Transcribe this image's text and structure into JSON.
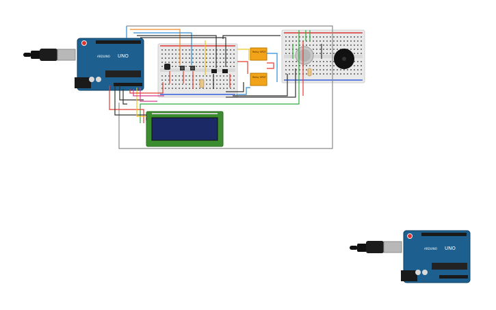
{
  "circuit": {
    "boards": [
      {
        "id": "uno-main",
        "label": "UNO",
        "brand": "ARDUINO"
      },
      {
        "id": "uno-spare",
        "label": "UNO",
        "brand": "ARDUINO"
      }
    ],
    "relays": [
      {
        "id": "relay-1",
        "label": "Relay SPDT"
      },
      {
        "id": "relay-2",
        "label": "Relay SPDT"
      }
    ],
    "colors": {
      "board": "#1d5f8e",
      "board_dark": "#0f3f63",
      "breadboard": "#e9e9e9",
      "lcd_pcb": "#3c8d2f",
      "lcd_screen": "#1b2a66",
      "relay": "#f1a31a",
      "wire_red": "#e53a2e",
      "wire_black": "#303030",
      "wire_green": "#2faa3a",
      "wire_blue": "#2a8ad6",
      "wire_yellow": "#f2c318",
      "wire_orange": "#f08a24",
      "wire_pink": "#d8378a",
      "wire_gray": "#8a8a8a"
    },
    "icons": [
      "usb-cable-icon",
      "pushbutton-icon",
      "transistor-icon",
      "piezo-buzzer-icon",
      "photoresistor-icon",
      "resistor-icon"
    ]
  }
}
